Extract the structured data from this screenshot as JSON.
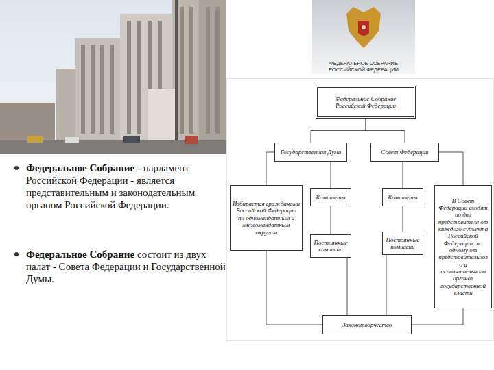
{
  "diagram": {
    "nodes": [
      {
        "text": [
          "Федеральное Собрание Российской Федерации"
        ]
      },
      {
        "text": [
          "Государственная Дума"
        ]
      },
      {
        "text": [
          "Совет Федерации"
        ]
      },
      {
        "text": [
          "Избирается гражданами Российской Федерации по одномандатным и многомандатным округам"
        ]
      },
      {
        "text": [
          "Комитеты"
        ]
      },
      {
        "text": [
          "Постоянные комиссии"
        ]
      },
      {
        "text": [
          "Комитеты"
        ]
      },
      {
        "text": [
          "Постоянные комиссии"
        ]
      },
      {
        "text": [
          "В Совет Федерации входят по два представителя от каждого субъекта Российской Федерации: по одному от представительного и исполнительного органов государственной власти"
        ]
      },
      {
        "text": [
          "Законотворчество"
        ]
      }
    ],
    "edges": [
      {
        "from": 0,
        "to": 1,
        "arrow": "none"
      },
      {
        "from": 0,
        "to": 2,
        "arrow": "none"
      },
      {
        "from": 1,
        "to": 3,
        "arrow": "none"
      },
      {
        "from": 1,
        "to": 4,
        "arrow": "none"
      },
      {
        "from": 4,
        "to": 5,
        "arrow": "none"
      },
      {
        "from": 2,
        "to": 6,
        "arrow": "none"
      },
      {
        "from": 6,
        "to": 7,
        "arrow": "none"
      },
      {
        "from": 2,
        "to": 8,
        "arrow": "none"
      },
      {
        "from": 3,
        "to": 9,
        "arrow": "none"
      },
      {
        "from": 5,
        "to": 9,
        "arrow": "none"
      },
      {
        "from": 7,
        "to": 9,
        "arrow": "none"
      },
      {
        "from": 8,
        "to": 9,
        "arrow": "none"
      }
    ],
    "labels": [
      "ФЕДЕРАЛЬНОЕ СОБРАНИЕ РОССИЙСКОЙ ФЕДЕРАЦИИ",
      "Федеральное Собрание",
      "- парламент Российской Федерации - является представительным и законодательным органом Российской Федерации.",
      "Федеральное Собрание",
      "состоит из двух палат - Совета Федерации и Государственной Думы."
    ]
  }
}
